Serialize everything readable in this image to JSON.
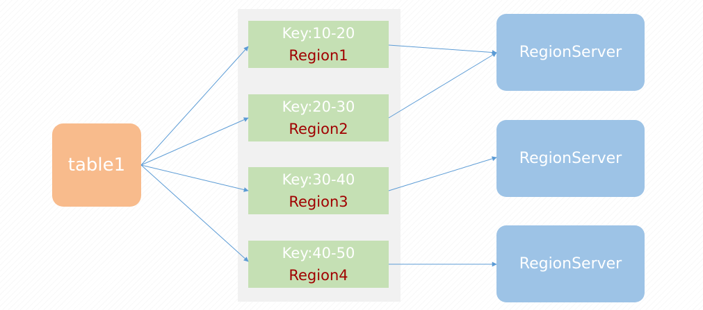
{
  "table": {
    "label": "table1"
  },
  "regions": [
    {
      "key": "Key:10-20",
      "name": "Region1"
    },
    {
      "key": "Key:20-30",
      "name": "Region2"
    },
    {
      "key": "Key:30-40",
      "name": "Region3"
    },
    {
      "key": "Key:40-50",
      "name": "Region4"
    }
  ],
  "servers": [
    {
      "label": "RegionServer"
    },
    {
      "label": "RegionServer"
    },
    {
      "label": "RegionServer"
    }
  ],
  "connections": {
    "table_to_regions": [
      0,
      1,
      2,
      3
    ],
    "region_to_server": [
      0,
      0,
      1,
      2
    ]
  },
  "colors": {
    "table": "#f8bb8c",
    "region": "#c5e0b4",
    "region_name_text": "#a00000",
    "server": "#9dc3e6",
    "arrow": "#5b9bd5"
  }
}
